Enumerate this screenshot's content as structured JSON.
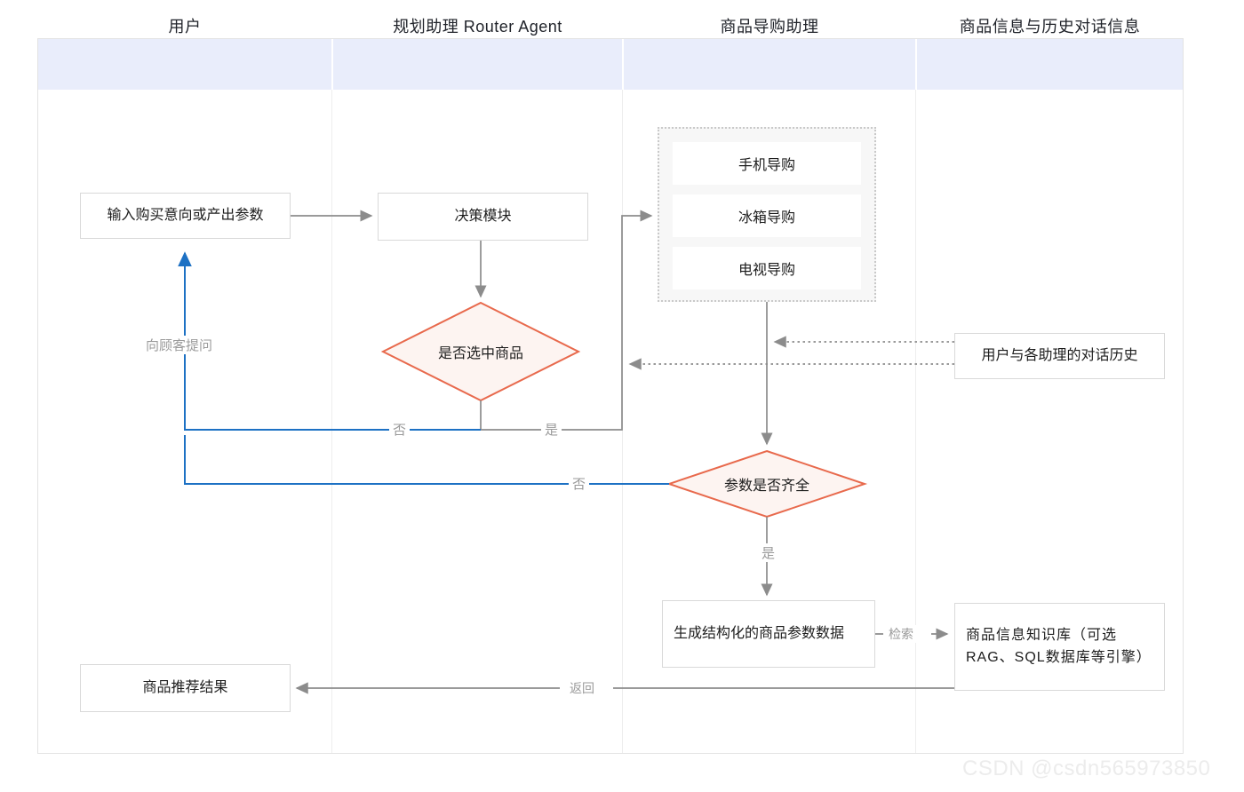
{
  "lanes": [
    {
      "title": "用户"
    },
    {
      "title": "规划助理 Router Agent"
    },
    {
      "title": "商品导购助理"
    },
    {
      "title": "商品信息与历史对话信息"
    }
  ],
  "nodes": {
    "user_input": "输入购买意向或产出参数",
    "decision_module": "决策模块",
    "select_product_decision": "是否选中商品",
    "params_complete_decision": "参数是否齐全",
    "generate_params": "生成结构化的商品参数数据",
    "recommend_result": "商品推荐结果",
    "knowledge_base": "商品信息知识库（可选RAG、SQL数据库等引擎）",
    "chat_history": "用户与各助理的对话历史"
  },
  "guide_group": {
    "items": [
      {
        "label": "手机导购"
      },
      {
        "label": "冰箱导购"
      },
      {
        "label": "电视导购"
      }
    ]
  },
  "edge_labels": {
    "ask_customer": "向顾客提问",
    "no_1": "否",
    "yes_1": "是",
    "no_2": "否",
    "yes_2": "是",
    "retrieve": "检索",
    "return": "返回"
  },
  "colors": {
    "header_bg": "#e9edfb",
    "decision_stroke": "#e8694c",
    "decision_fill": "#fdf4f1",
    "edge_gray": "#8c8c8c",
    "edge_blue": "#1d71c4",
    "node_border": "#d9d9d9",
    "watermark": "#ececec"
  },
  "watermark": "CSDN @csdn565973850"
}
